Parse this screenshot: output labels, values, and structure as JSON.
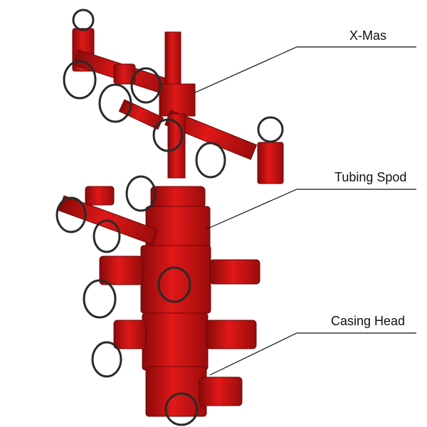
{
  "labels": {
    "xmas": "X-Mas",
    "tubing_spool": "Tubing Spod",
    "casing_head": "Casing Head"
  },
  "colors": {
    "equipment": "#d41414",
    "equipment_dark": "#8a0a0a",
    "handwheel": "#2a2a2a",
    "leader": "#111111"
  }
}
